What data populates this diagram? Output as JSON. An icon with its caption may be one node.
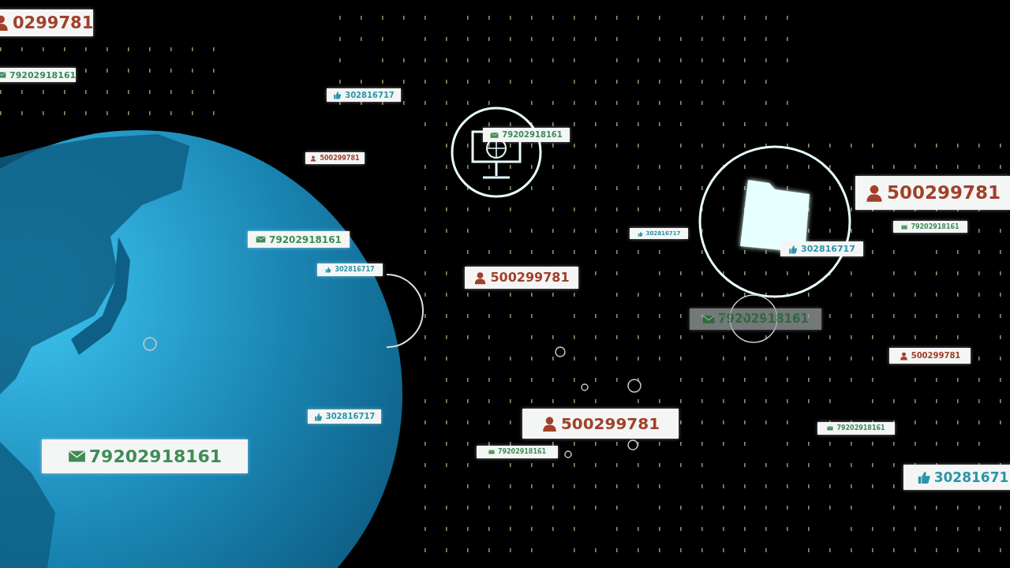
{
  "diagram": {
    "labels": [
      "0299781",
      "79202918161",
      "302816717",
      "79202918161",
      "500299781",
      "500299781",
      "79202918161",
      "302816717",
      "79202918161",
      "302816717",
      "302816717",
      "500299781",
      "79202918161",
      "500299781",
      "302816717",
      "500299781",
      "79202918161",
      "79202918161",
      "79202918161",
      "30281671"
    ]
  }
}
